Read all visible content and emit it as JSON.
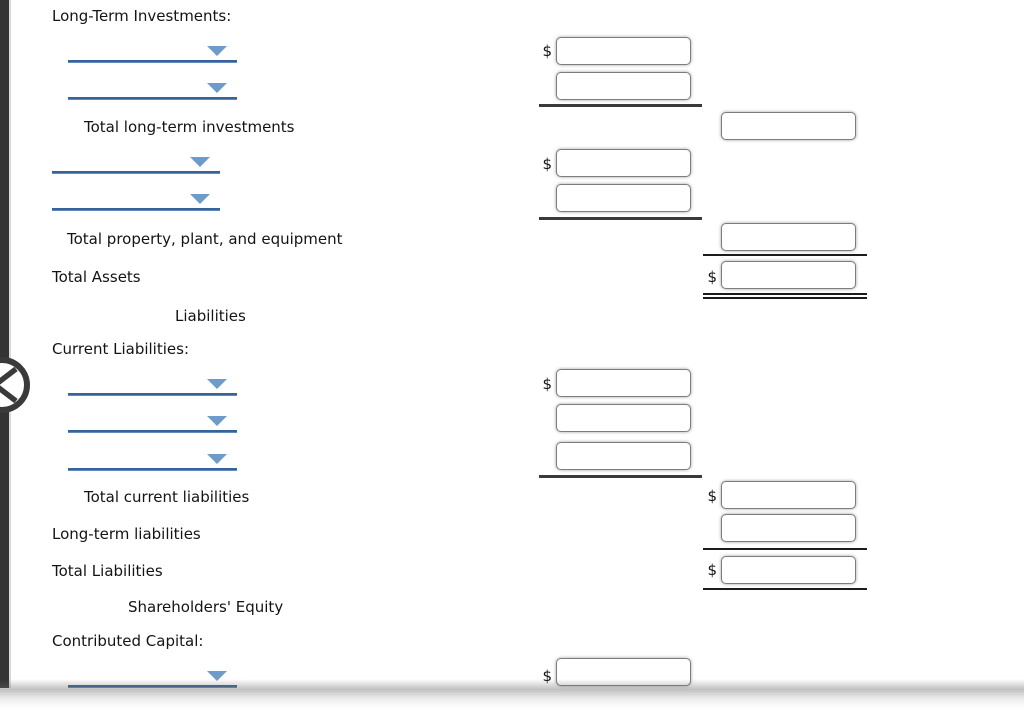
{
  "colors": {
    "dropdown_line_blue": "#35639a",
    "dropdown_triangle_blue": "#6e9bc9",
    "sidebar_dark": "#333333"
  },
  "back_nav": {
    "icon": "chevron-left"
  },
  "balance_sheet": {
    "currency_symbol": "$",
    "sections": {
      "long_term_investments_label": "Long-Term Investments:",
      "total_long_term_investments_label": "Total long-term investments",
      "total_ppe_label": "Total property, plant, and equipment",
      "total_assets_label": "Total Assets",
      "liabilities_header": "Liabilities",
      "current_liabilities_label": "Current Liabilities:",
      "total_current_liabilities_label": "Total current liabilities",
      "long_term_liabilities_label": "Long-term liabilities",
      "total_liabilities_label": "Total Liabilities",
      "shareholders_equity_header": "Shareholders' Equity",
      "contributed_capital_label": "Contributed Capital:"
    },
    "inputs": {
      "lti_item1": "",
      "lti_item2": "",
      "total_lti": "",
      "ppe_item1": "",
      "ppe_item2": "",
      "total_ppe": "",
      "total_assets": "",
      "cl_item1": "",
      "cl_item2": "",
      "cl_item3": "",
      "total_current_liabilities": "",
      "long_term_liabilities": "",
      "total_liabilities": "",
      "cc_item1": ""
    }
  }
}
